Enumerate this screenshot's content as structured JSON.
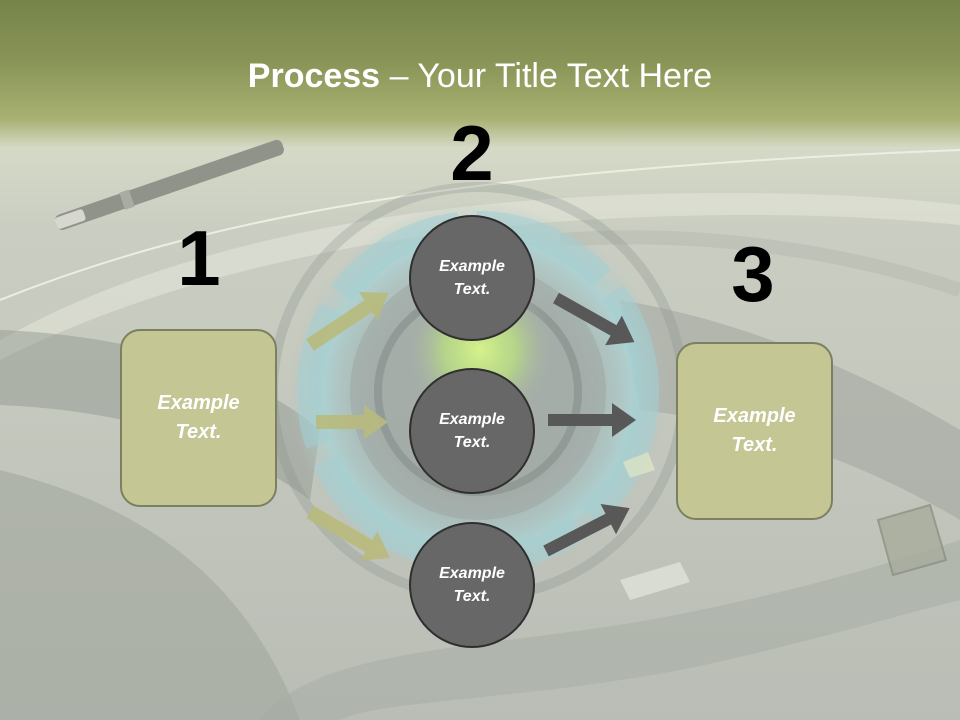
{
  "slide": {
    "title_bold": "Process",
    "title_rest": "– Your Title Text Here"
  },
  "steps": [
    {
      "number": "1",
      "text": "Example Text."
    },
    {
      "number": "2",
      "items": [
        "Example Text.",
        "Example Text.",
        "Example Text."
      ]
    },
    {
      "number": "3",
      "text": "Example Text."
    }
  ],
  "colors": {
    "title_band": "#8a9658",
    "title_text": "#ffffff",
    "box_fill": "#c4c693",
    "box_border": "#7b8160",
    "circle_fill": "#676767",
    "circle_border": "#2f2f2f",
    "shape_text": "#ffffff",
    "number_text": "#000000",
    "arrow_in": "#b8ba7c",
    "arrow_out": "#585858"
  }
}
